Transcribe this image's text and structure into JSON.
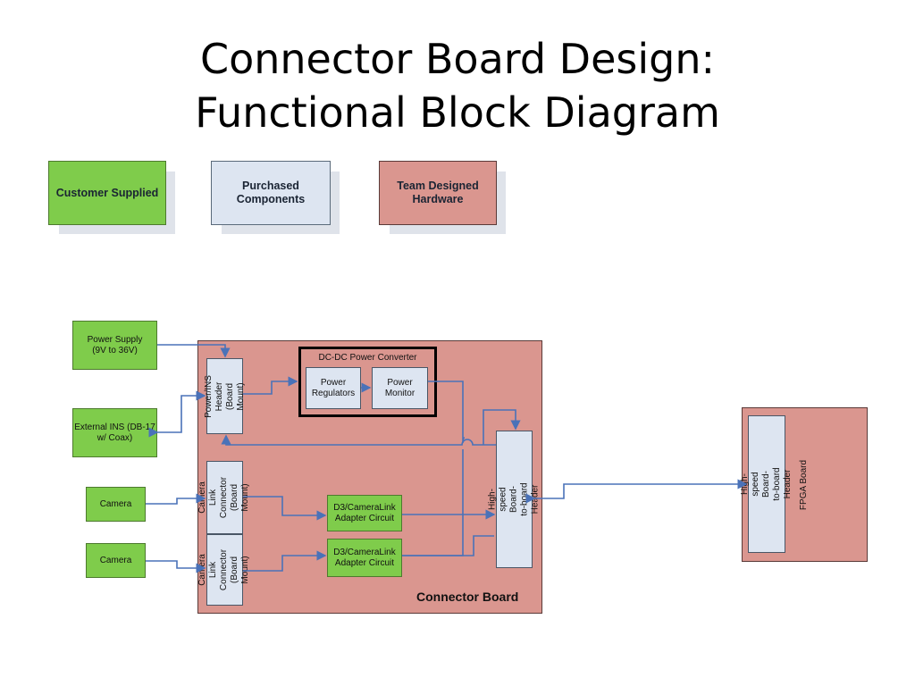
{
  "title": {
    "line1": "Connector Board Design:",
    "line2": "Functional Block Diagram"
  },
  "legend": {
    "customer": "Customer Supplied",
    "purchased": "Purchased Components",
    "team": "Team Designed Hardware"
  },
  "external": {
    "power_supply": "Power Supply (9V to 36V)",
    "external_ins": "External INS (DB-17 w/ Coax)",
    "camera1": "Camera",
    "camera2": "Camera"
  },
  "connector_board": {
    "label": "Connector Board",
    "power_ins_header": "Power/INS Header (Board Mount)",
    "dcdc_title": "DC-DC Power Converter",
    "power_regulators": "Power Regulators",
    "power_monitor": "Power Monitor",
    "cl_connector1": "Camera Link Connector (Board Mount)",
    "cl_connector2": "Camera Link Connector (Board Mount)",
    "adapter1": "D3/CameraLink Adapter Circuit",
    "adapter2": "D3/CameraLink Adapter Circuit",
    "hs_header": "High-speed Board-to-board Header"
  },
  "fpga_board": {
    "label": "FPGA Board",
    "hs_header": "High-speed Board-to-board Header"
  },
  "colors": {
    "customer": "#7fcc4b",
    "purchased": "#dde5f1",
    "team": "#da968f",
    "wire": "#4a72b8"
  }
}
